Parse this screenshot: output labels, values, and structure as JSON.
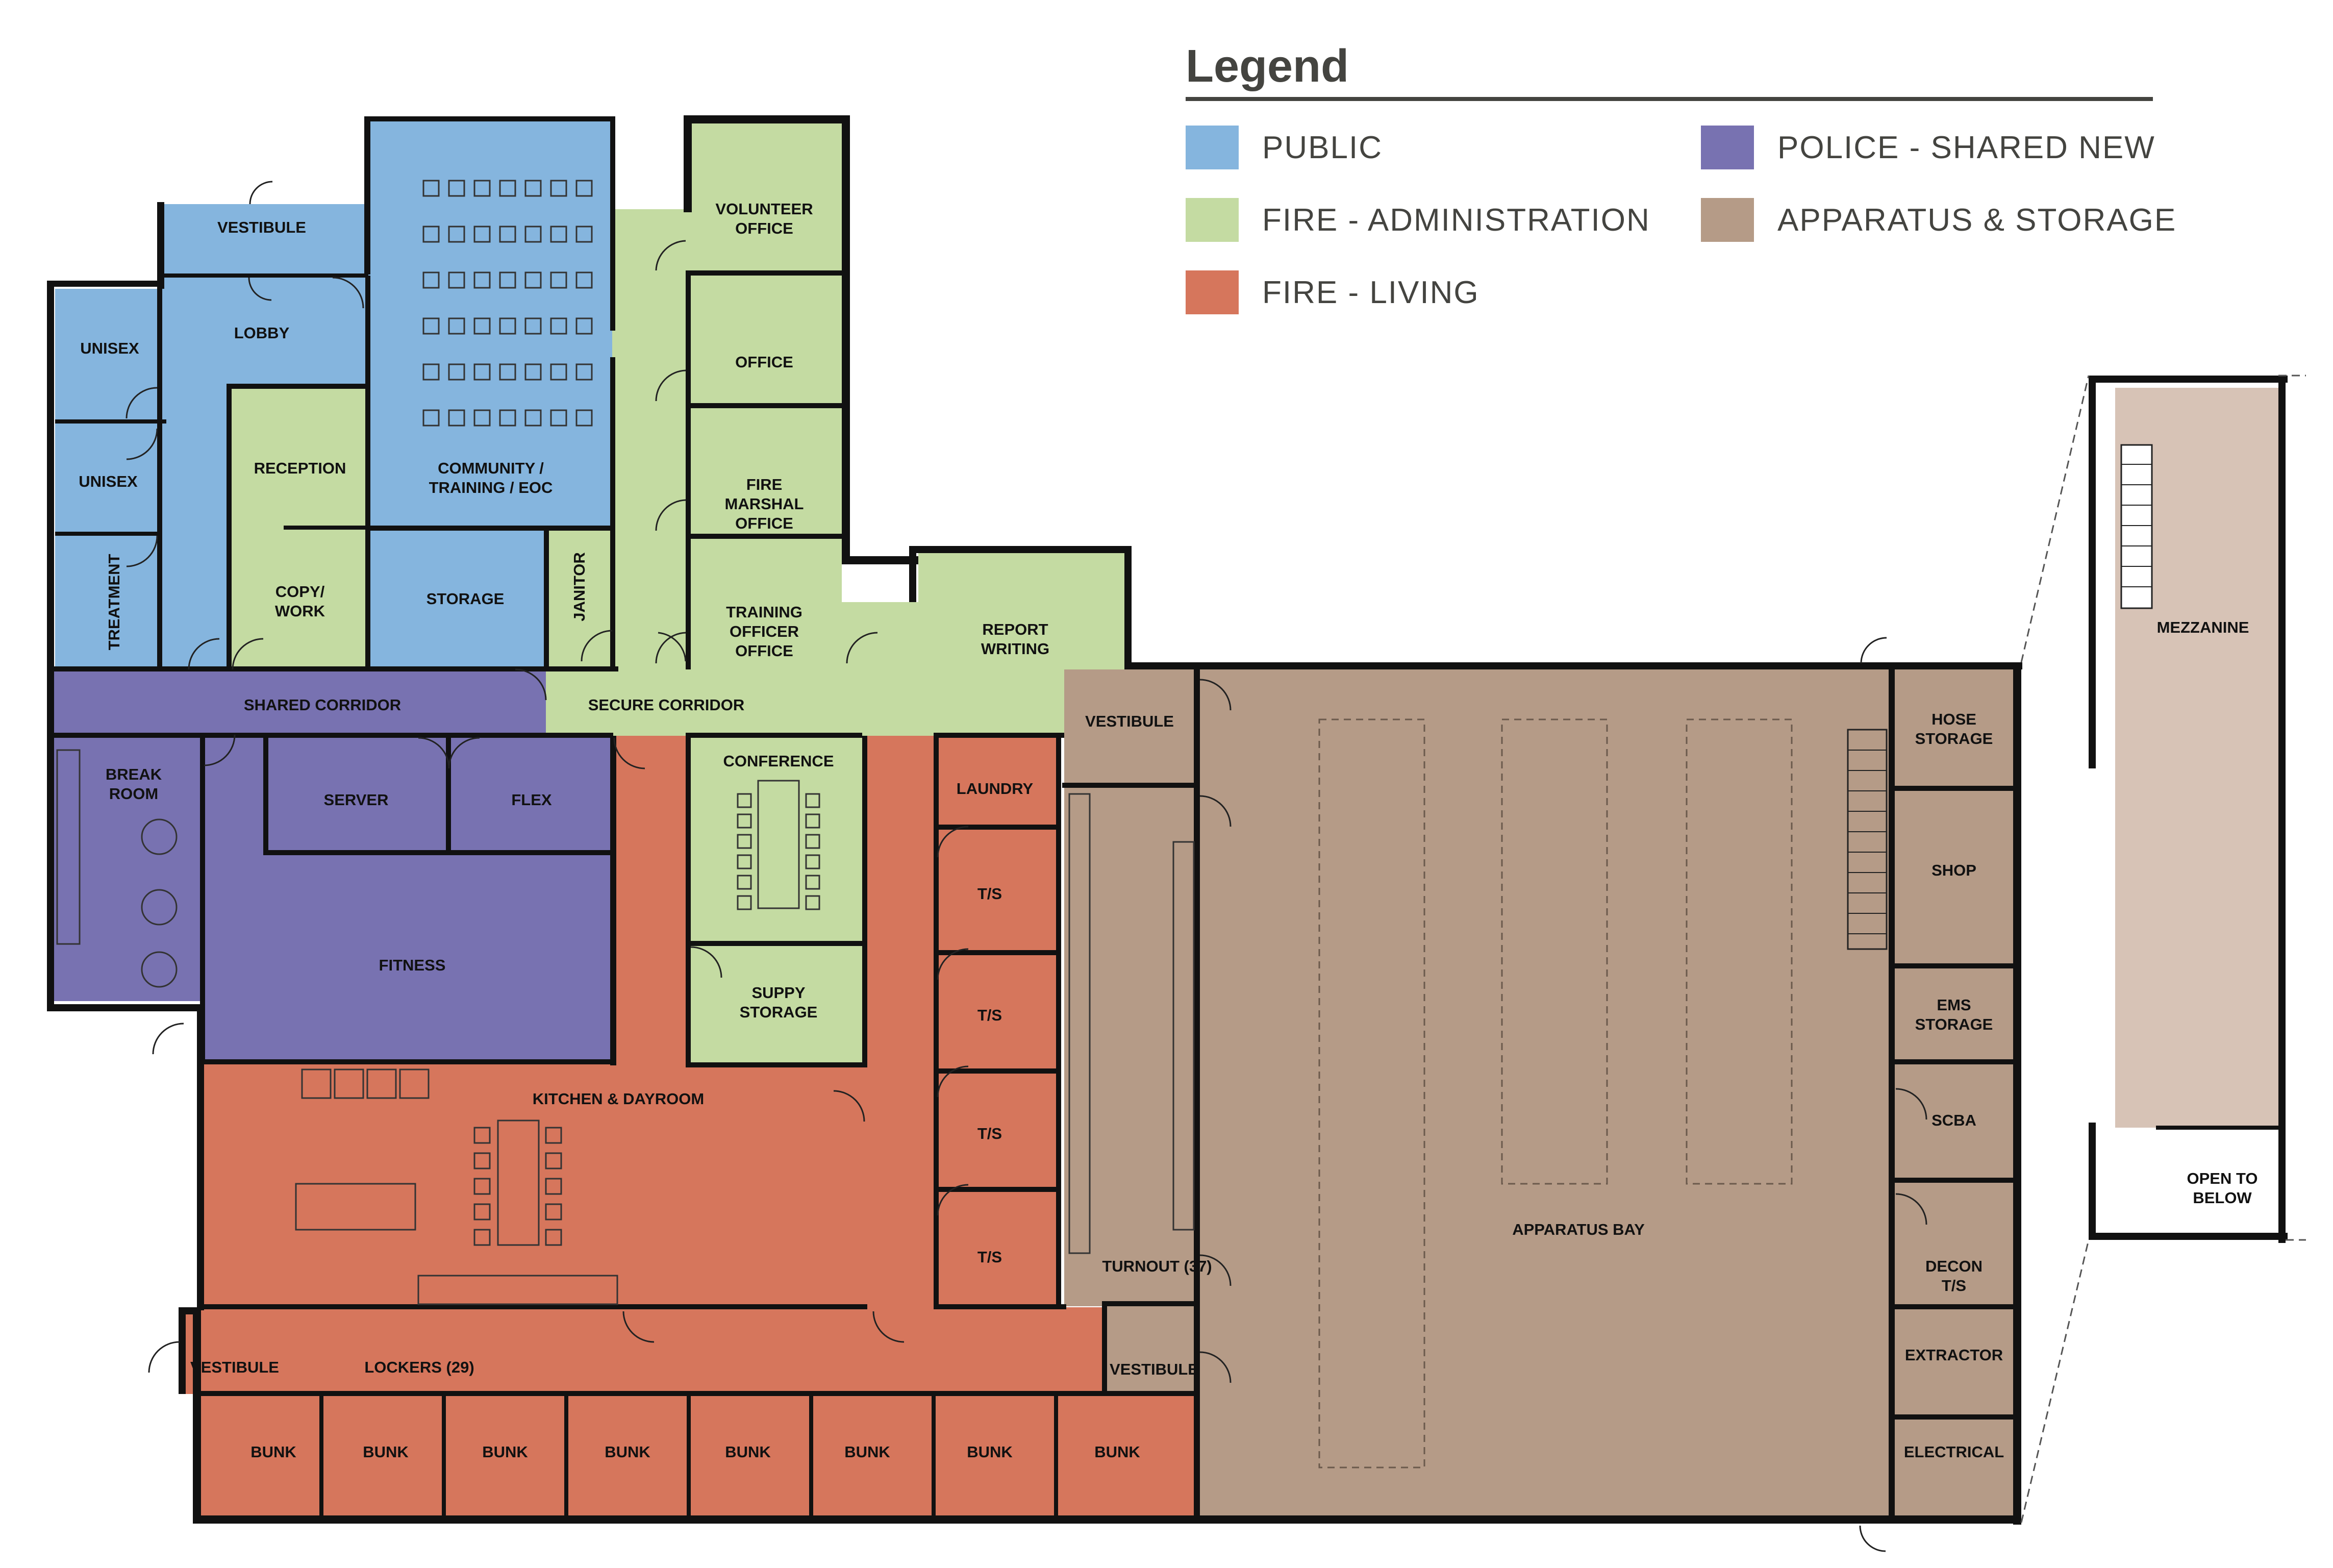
{
  "colors": {
    "public": "#85b5de",
    "fire_admin": "#c4dba2",
    "fire_living": "#d6765c",
    "police": "#7872b1",
    "apparatus": "#b59b87",
    "mezzanine": "#d7c3b6"
  },
  "legend": {
    "title": "Legend",
    "items": [
      {
        "label": "PUBLIC",
        "color": "#85b5de"
      },
      {
        "label": "FIRE - ADMINISTRATION",
        "color": "#c4dba2"
      },
      {
        "label": "FIRE - LIVING",
        "color": "#d6765c"
      },
      {
        "label": "POLICE - SHARED NEW",
        "color": "#7872b1"
      },
      {
        "label": "APPARATUS & STORAGE",
        "color": "#b59b87"
      }
    ]
  },
  "rooms": {
    "vestibule_north": "VESTIBULE",
    "lobby": "LOBBY",
    "unisex_1": "UNISEX",
    "unisex_2": "UNISEX",
    "treatment": "TREATMENT",
    "reception": "RECEPTION",
    "copy_work": [
      "COPY/",
      "WORK"
    ],
    "community": [
      "COMMUNITY /",
      "TRAINING / EOC"
    ],
    "storage": "STORAGE",
    "janitor": "JANITOR",
    "volunteer_office": [
      "VOLUNTEER",
      "OFFICE"
    ],
    "office": "OFFICE",
    "fire_marshal": [
      "FIRE",
      "MARSHAL",
      "OFFICE"
    ],
    "training_officer": [
      "TRAINING",
      "OFFICER",
      "OFFICE"
    ],
    "report_writing": [
      "REPORT",
      "WRITING"
    ],
    "shared_corridor": "SHARED CORRIDOR",
    "secure_corridor": "SECURE CORRIDOR",
    "break_room": [
      "BREAK",
      "ROOM"
    ],
    "server": "SERVER",
    "flex": "FLEX",
    "fitness": "FITNESS",
    "conference": "CONFERENCE",
    "suppy_storage": [
      "SUPPY",
      "STORAGE"
    ],
    "laundry": "LAUNDRY",
    "ts": [
      "T/S",
      "T/S",
      "T/S",
      "T/S"
    ],
    "vestibule_bay": "VESTIBULE",
    "turnout": "TURNOUT (37)",
    "kitchen": "KITCHEN & DAYROOM",
    "vestibule_west": "VESTIBULE",
    "lockers": "LOCKERS (29)",
    "vestibule_east": "VESTIBULE",
    "bunks": [
      "BUNK",
      "BUNK",
      "BUNK",
      "BUNK",
      "BUNK",
      "BUNK",
      "BUNK",
      "BUNK"
    ],
    "apparatus_bay": "APPARATUS BAY",
    "hose_storage": [
      "HOSE",
      "STORAGE"
    ],
    "shop": "SHOP",
    "ems_storage": [
      "EMS",
      "STORAGE"
    ],
    "scba": "SCBA",
    "decon": [
      "DECON",
      "T/S"
    ],
    "extractor": "EXTRACTOR",
    "electrical": "ELECTRICAL",
    "mezzanine": "MEZZANINE",
    "open_to_below": [
      "OPEN TO",
      "BELOW"
    ]
  }
}
